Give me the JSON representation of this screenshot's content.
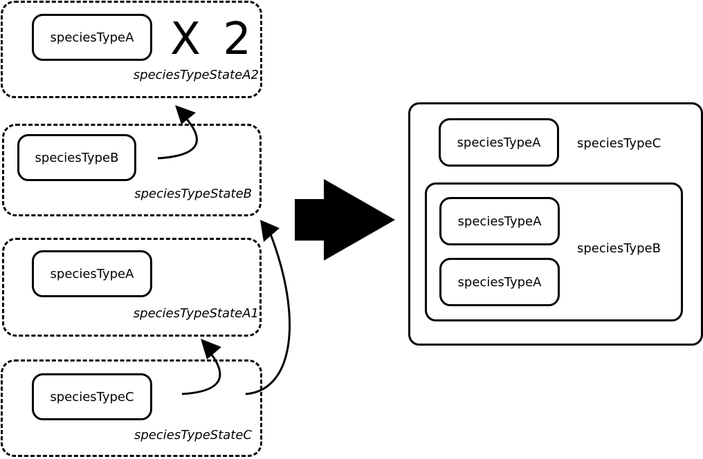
{
  "left": {
    "stateA2": {
      "label": "speciesTypeStateA2",
      "species": "speciesTypeA",
      "multiplier": "X 2"
    },
    "stateB": {
      "label": "speciesTypeStateB",
      "species": "speciesTypeB"
    },
    "stateA1": {
      "label": "speciesTypeStateA1",
      "species": "speciesTypeA"
    },
    "stateC": {
      "label": "speciesTypeStateC",
      "species": "speciesTypeC"
    }
  },
  "right": {
    "outer_species_a": "speciesTypeA",
    "outer_label": "speciesTypeC",
    "inner_label": "speciesTypeB",
    "inner_species_a_1": "speciesTypeA",
    "inner_species_a_2": "speciesTypeA"
  }
}
